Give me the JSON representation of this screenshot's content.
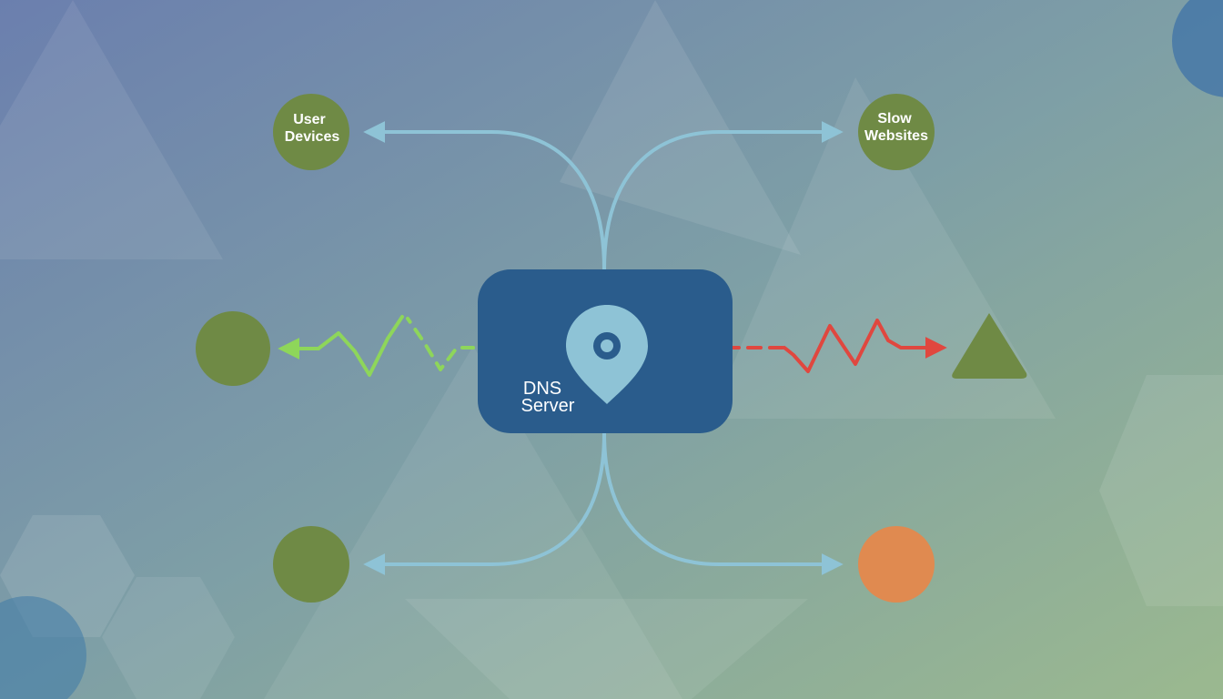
{
  "diagram": {
    "server": {
      "label_line1": "DNS",
      "label_line2": "Server"
    },
    "nodes": {
      "top_left": {
        "label_line1": "User",
        "label_line2": "Devices"
      },
      "top_right": {
        "label_line1": "Slow",
        "label_line2": "Websites"
      }
    },
    "colors": {
      "node_green": "#6f8a45",
      "node_orange": "#e08a50",
      "server_fill": "#2a5c8c",
      "connector": "#8ec3d6",
      "signal_good": "#8ed65a",
      "signal_bad": "#e0473f",
      "pin_fill": "#8ec3d6"
    }
  }
}
